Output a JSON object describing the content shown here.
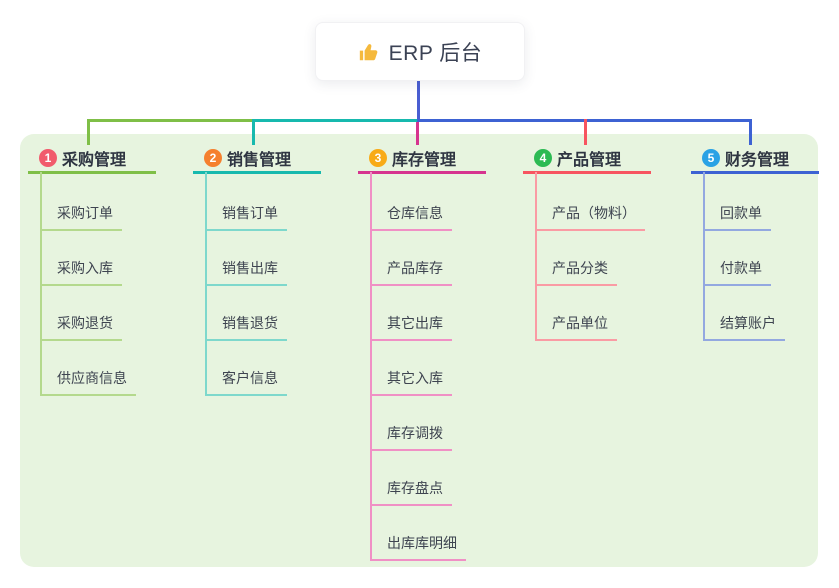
{
  "root": {
    "title": "ERP 后台",
    "icon": "thumbs-up-icon",
    "icon_color": "#f5b93d",
    "text_color": "#3b4254"
  },
  "canvas": {
    "panel_bg": "#e7f4df",
    "background": "#ffffff",
    "root_line_color": "#4a5ed2"
  },
  "branches": [
    {
      "index": "1",
      "title": "采购管理",
      "badge_color": "#f15b6c",
      "line_color": "#7fbf47",
      "child_line_color": "#b4d98d",
      "children": [
        "采购订单",
        "采购入库",
        "采购退货",
        "供应商信息"
      ]
    },
    {
      "index": "2",
      "title": "销售管理",
      "badge_color": "#f5802e",
      "line_color": "#17b9ae",
      "child_line_color": "#7ed8cc",
      "children": [
        "销售订单",
        "销售出库",
        "销售退货",
        "客户信息"
      ]
    },
    {
      "index": "3",
      "title": "库存管理",
      "badge_color": "#f8ab17",
      "line_color": "#d6348f",
      "child_line_color": "#f090c5",
      "children": [
        "仓库信息",
        "产品库存",
        "其它出库",
        "其它入库",
        "库存调拨",
        "库存盘点",
        "出库库明细"
      ]
    },
    {
      "index": "4",
      "title": "产品管理",
      "badge_color": "#2cba53",
      "line_color": "#f75460",
      "child_line_color": "#fa9ba4",
      "children": [
        "产品（物料）",
        "产品分类",
        "产品单位"
      ]
    },
    {
      "index": "5",
      "title": "财务管理",
      "badge_color": "#2aa2e5",
      "line_color": "#3d62d3",
      "child_line_color": "#93a8e0",
      "children": [
        "回款单",
        "付款单",
        "结算账户"
      ]
    }
  ]
}
